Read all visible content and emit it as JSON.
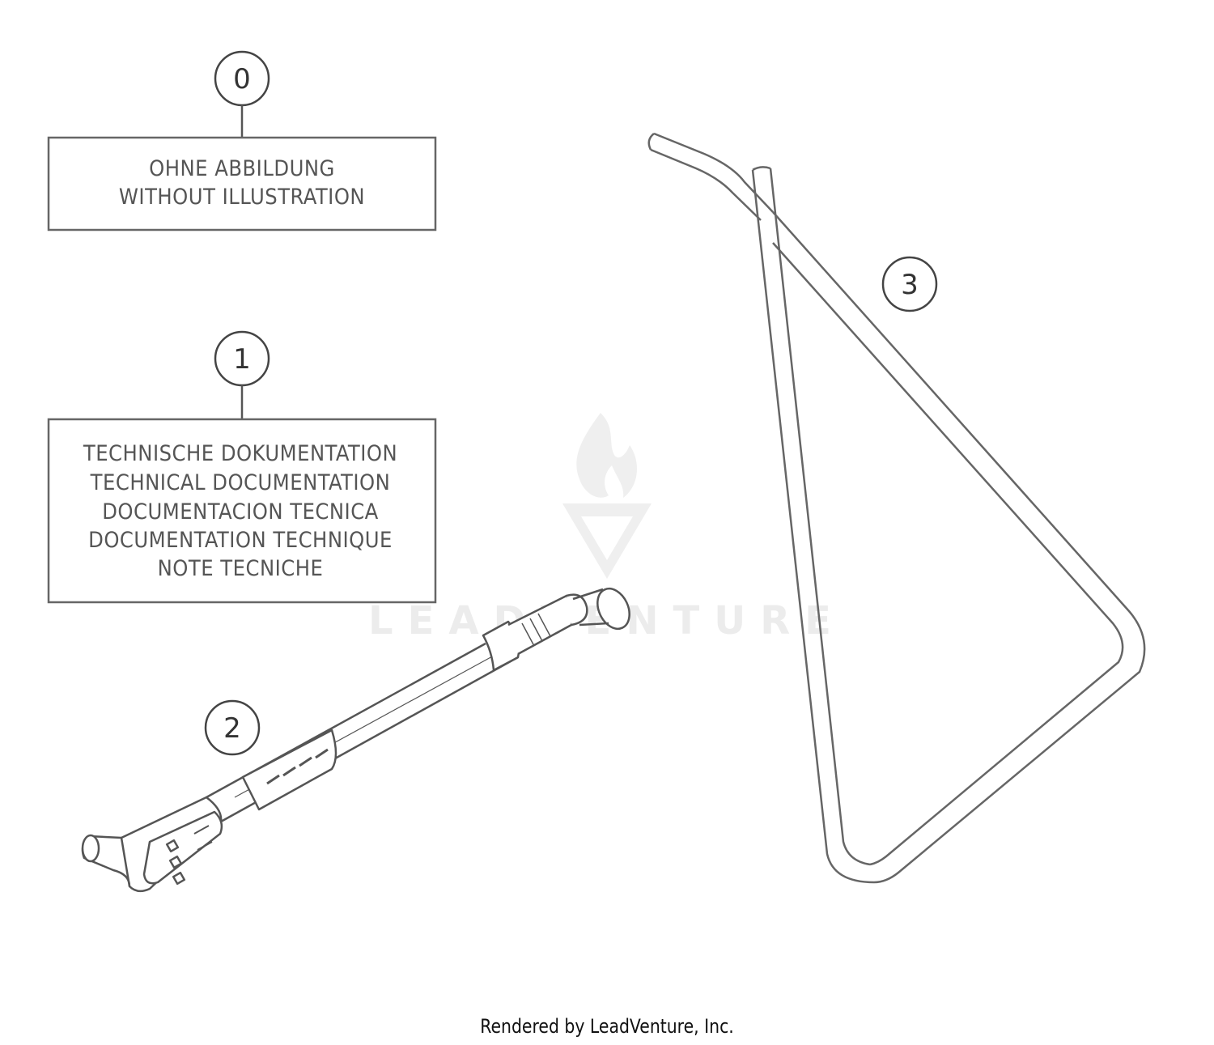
{
  "callouts": {
    "c0": "0",
    "c1": "1",
    "c2": "2",
    "c3": "3"
  },
  "box0": {
    "line1": "OHNE ABBILDUNG",
    "line2": "WITHOUT ILLUSTRATION"
  },
  "box1": {
    "line1": "TECHNISCHE DOKUMENTATION",
    "line2": "TECHNICAL DOCUMENTATION",
    "line3": "DOCUMENTACION TECNICA",
    "line4": "DOCUMENTATION TECHNIQUE",
    "line5": "NOTE TECNICHE"
  },
  "watermark": {
    "text": "LEADVENTURE"
  },
  "footer": {
    "text": "Rendered by LeadVenture, Inc."
  },
  "colors": {
    "line": "#555555",
    "watermark": "#ececec"
  }
}
